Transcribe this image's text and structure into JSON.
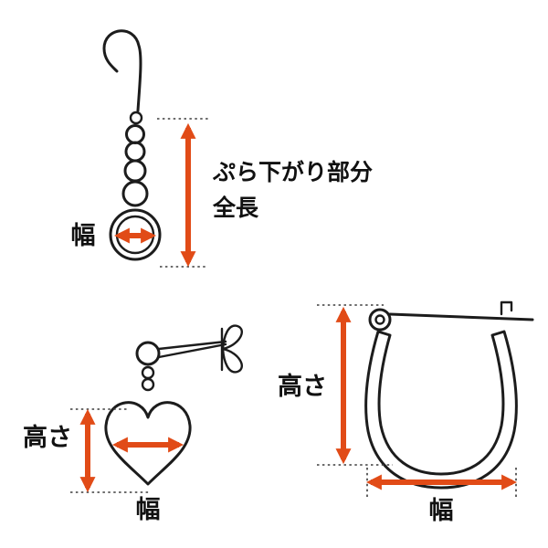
{
  "title": "earring measurement diagram",
  "colors": {
    "arrow": "#e14b17",
    "line": "#1c1c1c",
    "dotted": "#3c3c3c",
    "background": "#ffffff"
  },
  "labels": {
    "hook_earring": {
      "width": "幅",
      "length_line1": "ぷら下がり部分",
      "length_line2": "全長"
    },
    "heart_stud": {
      "height": "高さ",
      "width": "幅"
    },
    "hoop_earring": {
      "height": "高さ",
      "width": "幅"
    }
  }
}
